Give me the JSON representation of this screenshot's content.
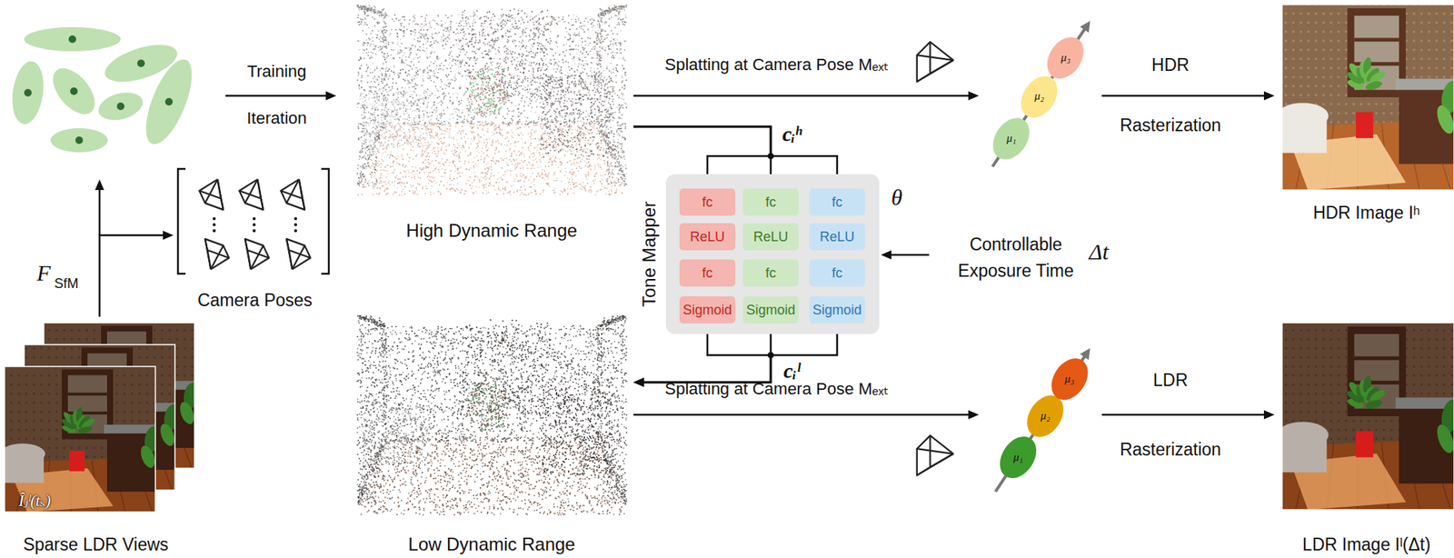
{
  "diagram": {
    "nodes": [
      {
        "text": [
          "Îⱼˡ(tₛ)",
          "Sparse LDR Views"
        ]
      },
      {
        "text": [
          "Camera Poses"
        ]
      },
      {
        "text": [
          "High Dynamic Range"
        ]
      },
      {
        "text": [
          "Low Dynamic Range"
        ]
      },
      {
        "text": [
          "Tone Mapper"
        ]
      },
      {
        "text": [
          "fc"
        ],
        "in": 4
      },
      {
        "text": [
          "ReLU"
        ],
        "in": 4
      },
      {
        "text": [
          "fc"
        ],
        "in": 4
      },
      {
        "text": [
          "Sigmoid"
        ],
        "in": 4
      },
      {
        "text": [
          "fc"
        ],
        "in": 4
      },
      {
        "text": [
          "ReLU"
        ],
        "in": 4
      },
      {
        "text": [
          "fc"
        ],
        "in": 4
      },
      {
        "text": [
          "Sigmoid"
        ],
        "in": 4
      },
      {
        "text": [
          "fc"
        ],
        "in": 4
      },
      {
        "text": [
          "ReLU"
        ],
        "in": 4
      },
      {
        "text": [
          "fc"
        ],
        "in": 4
      },
      {
        "text": [
          "Sigmoid"
        ],
        "in": 4
      },
      {
        "text": [
          "HDR Image Iʰ"
        ]
      },
      {
        "text": [
          "LDR Image Iˡ(Δt)"
        ]
      }
    ],
    "edges": [
      {
        "from": 0,
        "to": 1,
        "arrow": "to"
      },
      {
        "from": 2,
        "to": 5,
        "arrow": "none"
      },
      {
        "from": 2,
        "to": 9,
        "arrow": "none"
      },
      {
        "from": 2,
        "to": 13,
        "arrow": "none"
      },
      {
        "from": 8,
        "to": 3,
        "arrow": "to"
      },
      {
        "from": 12,
        "to": 3,
        "arrow": "to"
      },
      {
        "from": 16,
        "to": 3,
        "arrow": "to"
      },
      {
        "from": 2,
        "to": 17,
        "label": "Splatting at Camera Pose Mₑₓₜ",
        "arrow": "to"
      },
      {
        "from": 3,
        "to": 18,
        "label": "Splatting at Camera Pose Mₑₓₜ",
        "arrow": "to"
      }
    ],
    "labels": [
      "Training",
      "Iteration",
      "F",
      "SfM",
      "cᵢʰ",
      "cᵢˡ",
      "θ",
      "Controllable Exposure Time",
      "Δt",
      "μ₁",
      "μ₂",
      "μ₃",
      "μ₁",
      "μ₂",
      "μ₃",
      "HDR",
      "Rasterization",
      "LDR",
      "Rasterization"
    ]
  }
}
